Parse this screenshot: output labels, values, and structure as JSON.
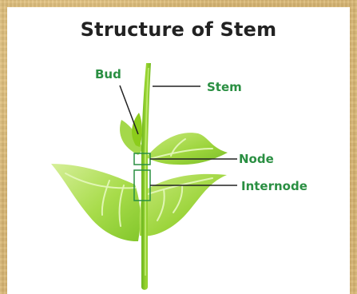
{
  "title": "Structure of Stem",
  "labels": {
    "bud": "Bud",
    "stem": "Stem",
    "node": "Node",
    "internode": "Internode"
  },
  "colors": {
    "label_green": "#2a8f42",
    "title": "#222222",
    "stem_green": "#8ccc1b",
    "leaf_light": "#b9e36f",
    "leaf_mid": "#93d235",
    "leaf_dark": "#74b82a",
    "leaf_vein": "#d9f3aa",
    "frame": "#d9b774"
  }
}
